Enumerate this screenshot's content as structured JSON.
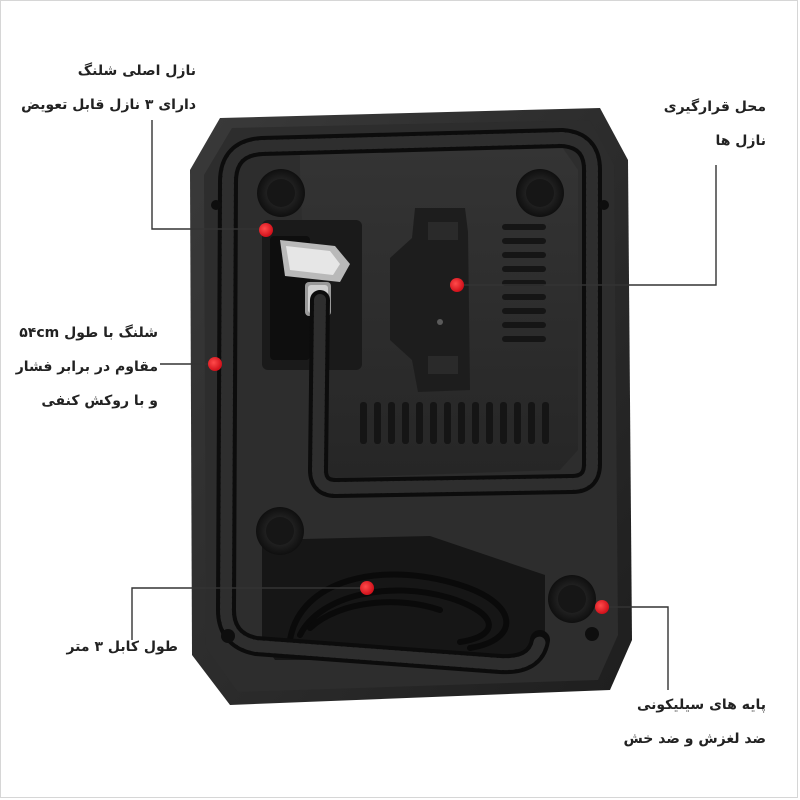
{
  "annotations": {
    "original_nozzle": {
      "line1": "نازل اصلی شلنگ",
      "line2": "دارای ۳ نازل قابل تعویض"
    },
    "nozzle_holder": {
      "line1": "محل قرارگیری",
      "line2": "نازل ها"
    },
    "hose": {
      "line1": "شلنگ با طول ۵۴cm",
      "line2": "مقاوم در برابر فشار",
      "line3": "و با روکش کنفی"
    },
    "cable": {
      "line1": "طول کابل ۳ متر"
    },
    "feet": {
      "line1": "پایه های سیلیکونی",
      "line2": "ضد لغزش و ضد خش"
    }
  },
  "colors": {
    "body": "#2b2b2b",
    "marker": "#e0141c",
    "leader": "#333333",
    "text": "#222222"
  }
}
